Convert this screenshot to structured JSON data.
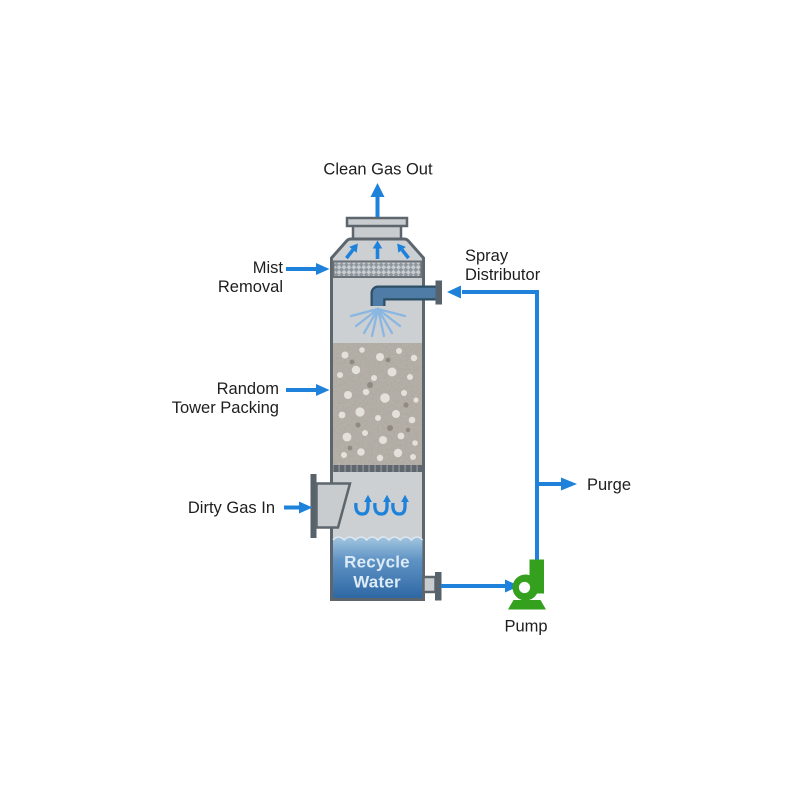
{
  "diagram": {
    "title": "Packed tower wet scrubber process diagram",
    "labels": {
      "clean_gas_out": "Clean Gas Out",
      "mist_removal": "Mist\nRemoval",
      "spray_distributor": "Spray\nDistributor",
      "random_tower_packing": "Random\nTower Packing",
      "dirty_gas_in": "Dirty Gas In",
      "purge": "Purge",
      "pump": "Pump",
      "recycle_water": "Recycle\nWater"
    },
    "icons": {
      "tower": "scrubber-tower-icon",
      "demister": "mist-eliminator-pad-icon",
      "spray": "spray-nozzle-icon",
      "packing": "random-packing-bed-icon",
      "inlet": "gas-inlet-duct-icon",
      "pump": "centrifugal-pump-icon",
      "flow_arrows": "flow-arrow-icon"
    },
    "colors": {
      "flow_blue": "#1e82da",
      "spray_blue": "#8ab7e2",
      "pump_green": "#34a01e",
      "vessel_fill": "#cdd0d3",
      "vessel_border": "#5d666d",
      "water_top": "#a3c6e0",
      "water_bottom": "#2e68a4",
      "packing_base": "#b6b0a8",
      "label_text": "#1e1e1e",
      "water_text": "#dcebf6"
    }
  }
}
